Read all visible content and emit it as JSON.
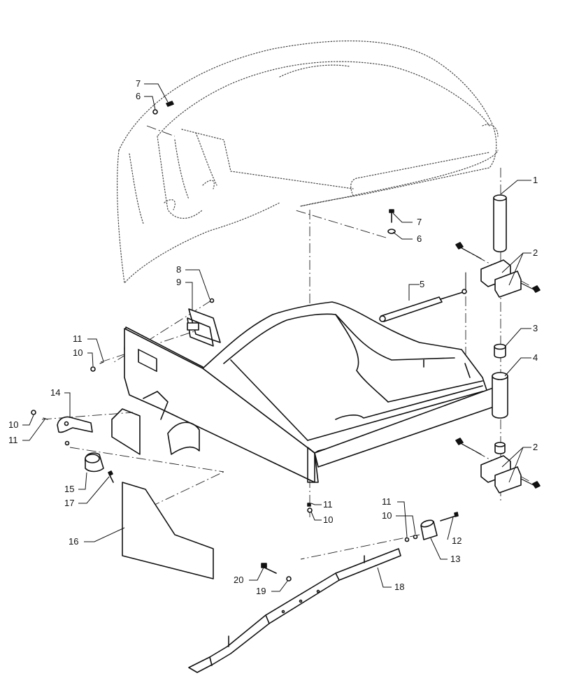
{
  "diagram": {
    "type": "exploded-parts-view",
    "callouts": [
      {
        "id": "c1",
        "label": "1"
      },
      {
        "id": "c2a",
        "label": "2"
      },
      {
        "id": "c2b",
        "label": "2"
      },
      {
        "id": "c3",
        "label": "3"
      },
      {
        "id": "c4",
        "label": "4"
      },
      {
        "id": "c5",
        "label": "5"
      },
      {
        "id": "c6a",
        "label": "6"
      },
      {
        "id": "c6b",
        "label": "6"
      },
      {
        "id": "c7a",
        "label": "7"
      },
      {
        "id": "c7b",
        "label": "7"
      },
      {
        "id": "c8",
        "label": "8"
      },
      {
        "id": "c9",
        "label": "9"
      },
      {
        "id": "c10a",
        "label": "10"
      },
      {
        "id": "c10b",
        "label": "10"
      },
      {
        "id": "c10c",
        "label": "10"
      },
      {
        "id": "c10d",
        "label": "10"
      },
      {
        "id": "c11a",
        "label": "11"
      },
      {
        "id": "c11b",
        "label": "11"
      },
      {
        "id": "c11c",
        "label": "11"
      },
      {
        "id": "c11d",
        "label": "11"
      },
      {
        "id": "c12",
        "label": "12"
      },
      {
        "id": "c13",
        "label": "13"
      },
      {
        "id": "c14",
        "label": "14"
      },
      {
        "id": "c15",
        "label": "15"
      },
      {
        "id": "c16",
        "label": "16"
      },
      {
        "id": "c17",
        "label": "17"
      },
      {
        "id": "c18",
        "label": "18"
      },
      {
        "id": "c19",
        "label": "19"
      },
      {
        "id": "c20",
        "label": "20"
      }
    ]
  }
}
